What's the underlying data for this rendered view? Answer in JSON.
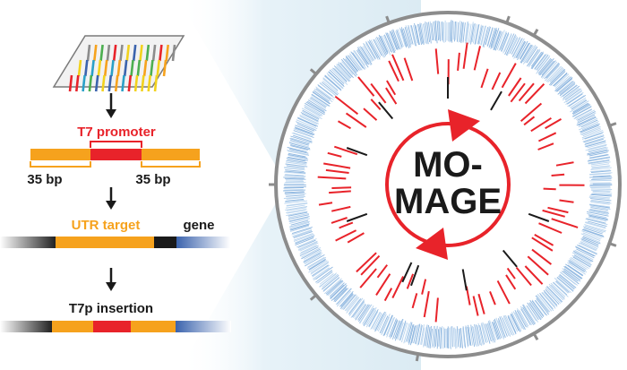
{
  "labels": {
    "promoter": "T7 promoter",
    "left_bp": "35 bp",
    "right_bp": "35 bp",
    "utr_target": "UTR target",
    "gene": "gene",
    "insertion": "T7p insertion",
    "center_line1": "MO-",
    "center_line2": "MAGE"
  },
  "colors": {
    "promoter_red": "#e8232a",
    "homology_orange": "#f6a21d",
    "gene_blue": "#3b63ad",
    "dna_black": "#1a1a1a",
    "ring_gray": "#8c8c8c",
    "ring_blue": "#8fb7e0",
    "label_dark": "#1a1a1a"
  },
  "icons": [
    "oligo-array-icon",
    "down-arrow-icon",
    "circular-arrow-icon"
  ]
}
